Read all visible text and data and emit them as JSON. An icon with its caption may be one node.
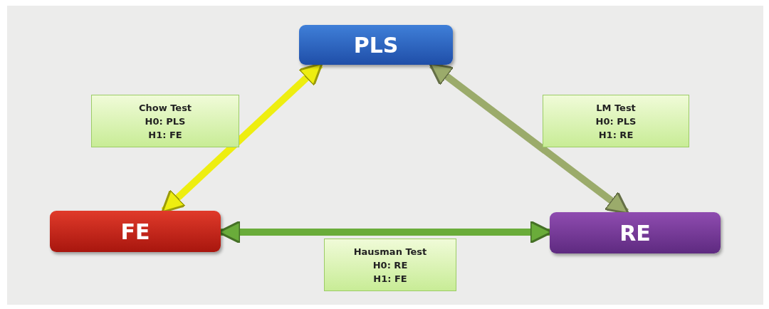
{
  "diagram": {
    "nodes": [
      {
        "text": [
          "PLS"
        ]
      },
      {
        "text": [
          "FE"
        ]
      },
      {
        "text": [
          "RE"
        ]
      },
      {
        "text": [
          "Chow Test",
          "H0: PLS",
          "H1: FE"
        ]
      },
      {
        "text": [
          "LM Test",
          "H0: PLS",
          "H1: RE"
        ]
      },
      {
        "text": [
          "Hausman Test",
          "H0: RE",
          "H1: FE"
        ]
      }
    ],
    "edges": [
      {
        "from": 1,
        "to": 0,
        "arrow": "both",
        "color": "#eeee10"
      },
      {
        "from": 0,
        "to": 2,
        "arrow": "both",
        "color": "#9bab6b"
      },
      {
        "from": 1,
        "to": 2,
        "arrow": "both",
        "color": "#6aac3a"
      }
    ]
  }
}
